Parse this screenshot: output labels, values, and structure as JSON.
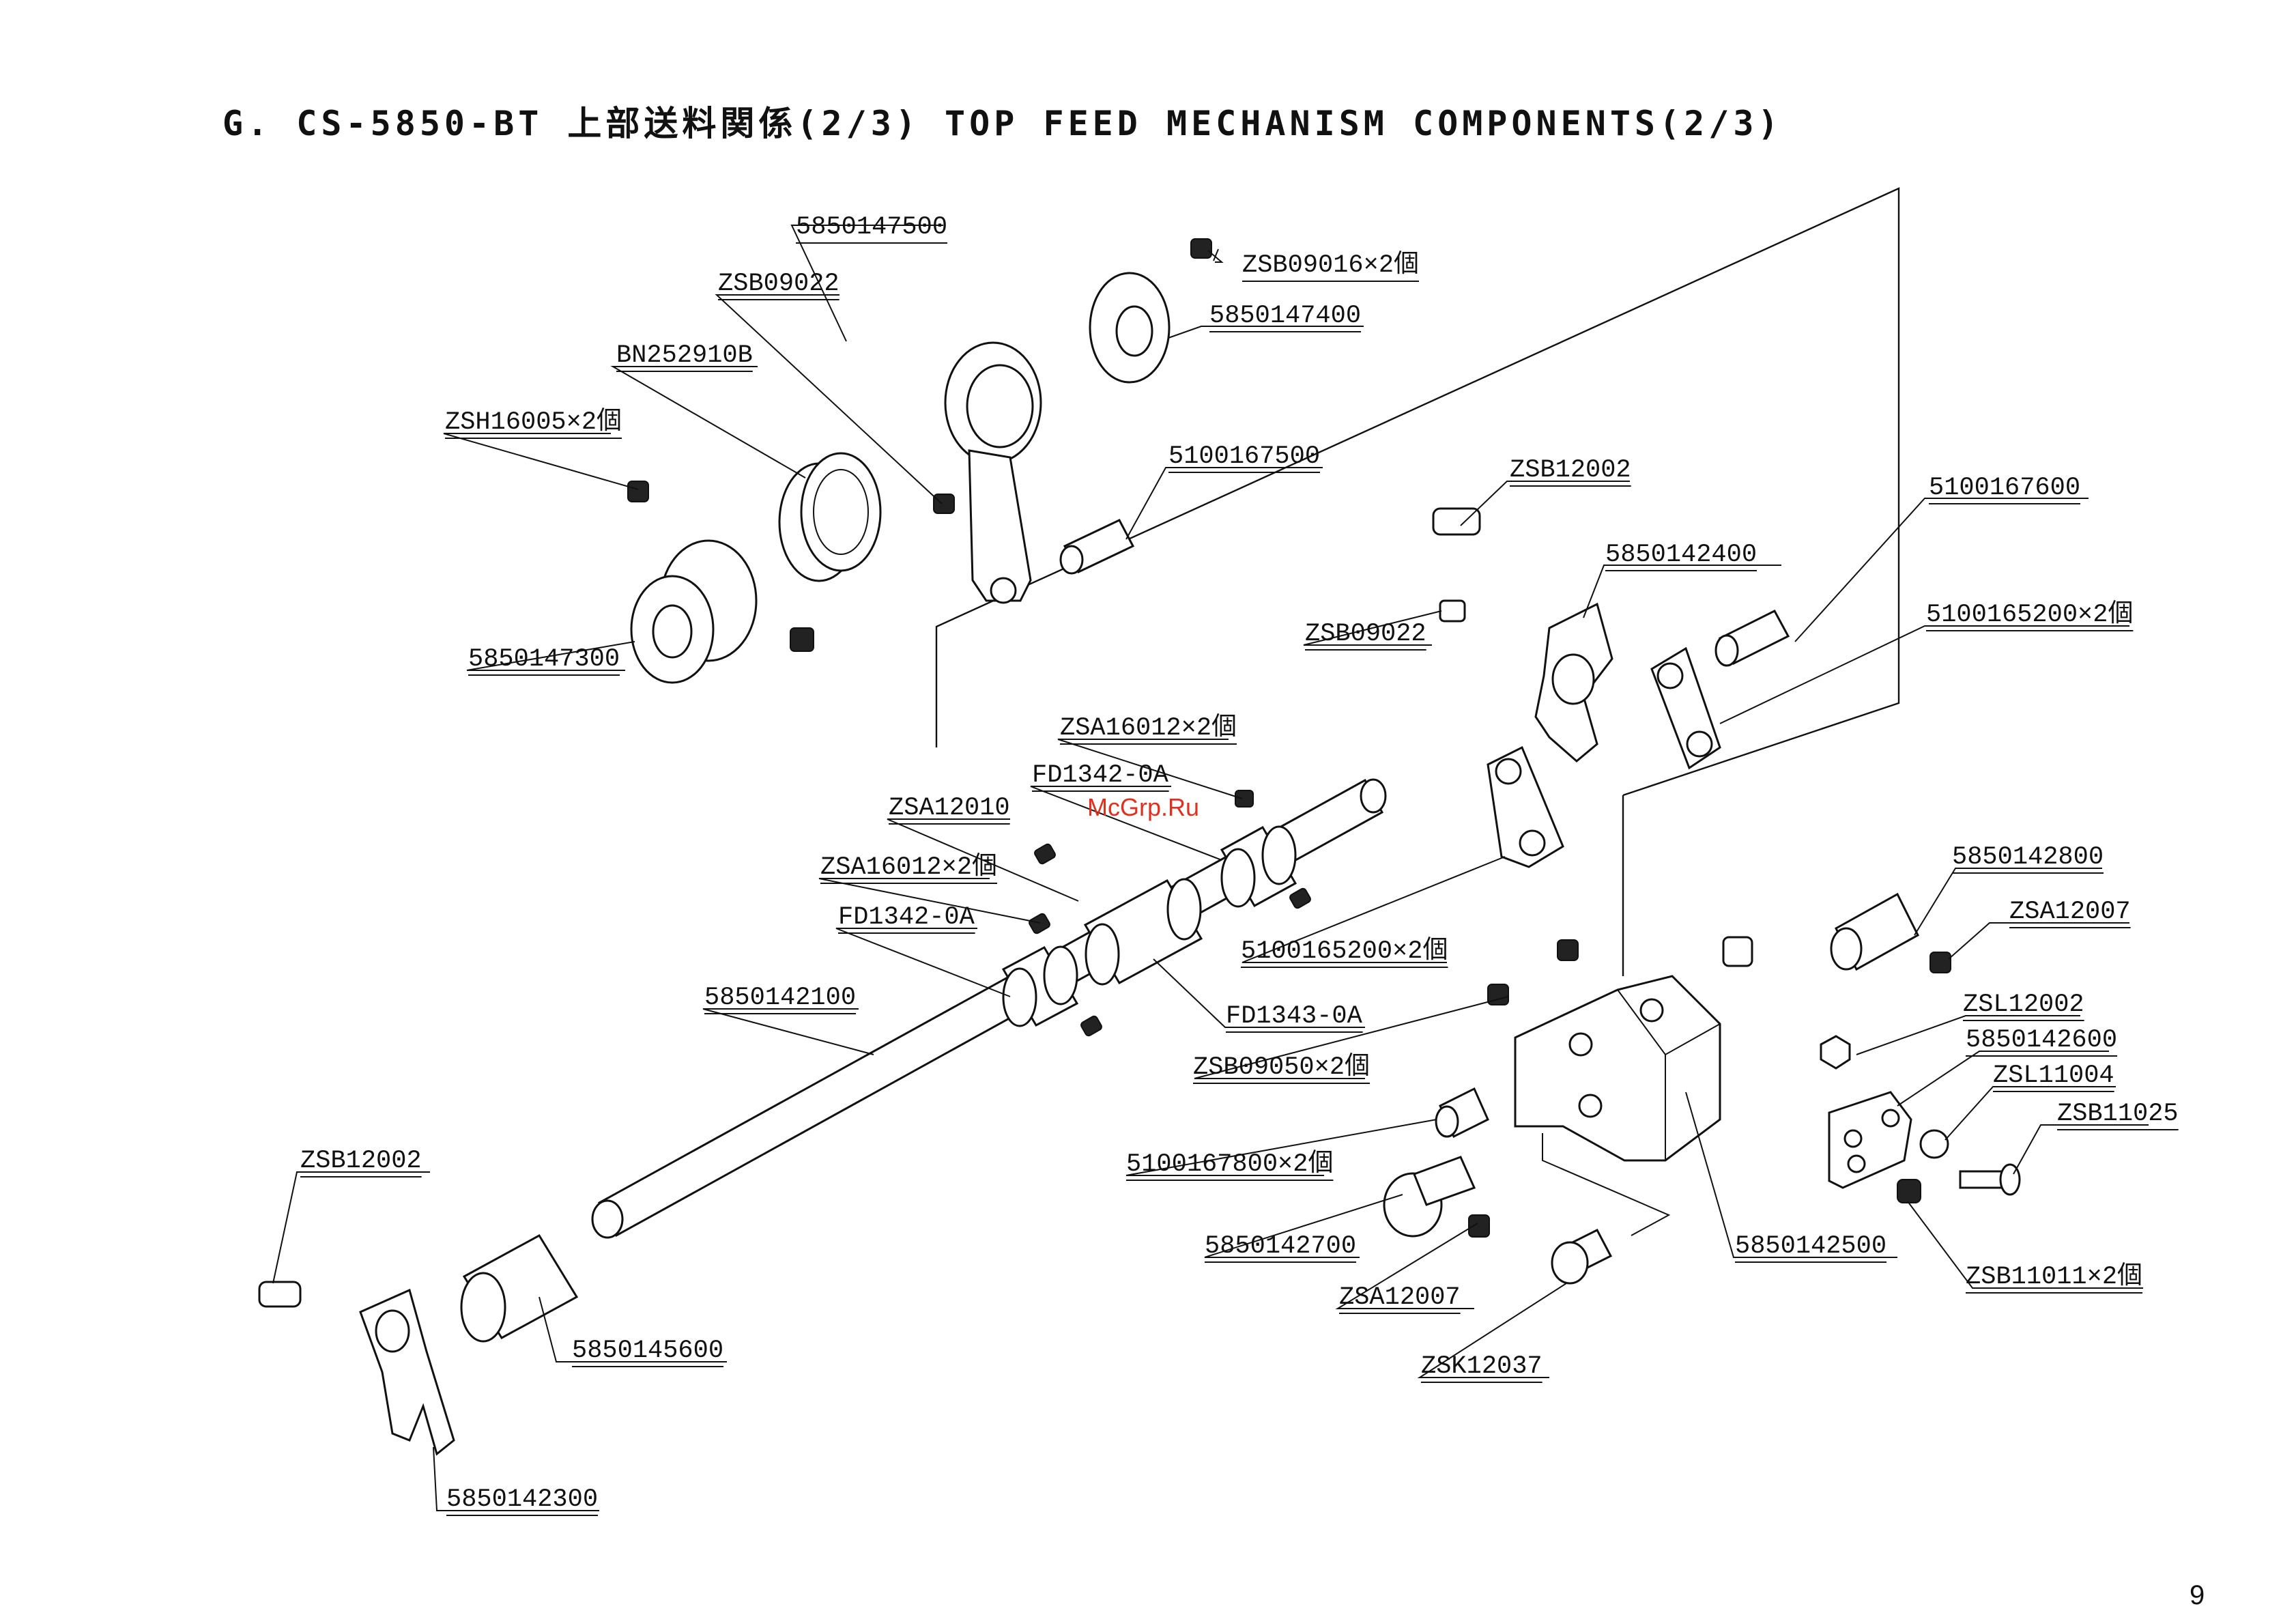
{
  "header": {
    "title": "G. CS-5850-BT   上部送料関係(2/3)   TOP FEED MECHANISM COMPONENTS(2/3)"
  },
  "watermark": "McGrp.Ru",
  "page_number": "9",
  "callouts": [
    {
      "id": "c1",
      "label": "5850147500"
    },
    {
      "id": "c2",
      "label": "ZSB09016×2個"
    },
    {
      "id": "c3",
      "label": "5850147400"
    },
    {
      "id": "c4",
      "label": "ZSB09022"
    },
    {
      "id": "c5",
      "label": "BN252910B"
    },
    {
      "id": "c6",
      "label": "ZSH16005×2個"
    },
    {
      "id": "c7",
      "label": "5100167500"
    },
    {
      "id": "c8",
      "label": "5850147300"
    },
    {
      "id": "c9",
      "label": "ZSB12002"
    },
    {
      "id": "c10",
      "label": "5850142400"
    },
    {
      "id": "c11",
      "label": "5100167600"
    },
    {
      "id": "c12",
      "label": "ZSB09022"
    },
    {
      "id": "c13",
      "label": "5100165200×2個"
    },
    {
      "id": "c14",
      "label": "ZSA16012×2個"
    },
    {
      "id": "c15",
      "label": "FD1342-0A"
    },
    {
      "id": "c16",
      "label": "ZSA12010"
    },
    {
      "id": "c17",
      "label": "ZSA16012×2個"
    },
    {
      "id": "c18",
      "label": "FD1342-0A"
    },
    {
      "id": "c19",
      "label": "5850142100"
    },
    {
      "id": "c20",
      "label": "5100165200×2個"
    },
    {
      "id": "c21",
      "label": "FD1343-0A"
    },
    {
      "id": "c22",
      "label": "5850142800"
    },
    {
      "id": "c23",
      "label": "ZSA12007"
    },
    {
      "id": "c24",
      "label": "ZSL12002"
    },
    {
      "id": "c25",
      "label": "5850142600"
    },
    {
      "id": "c26",
      "label": "ZSB09050×2個"
    },
    {
      "id": "c27",
      "label": "ZSL11004"
    },
    {
      "id": "c28",
      "label": "ZSB11025"
    },
    {
      "id": "c29",
      "label": "5100167800×2個"
    },
    {
      "id": "c30",
      "label": "ZSB12002"
    },
    {
      "id": "c31",
      "label": "5850142700"
    },
    {
      "id": "c32",
      "label": "5850142500"
    },
    {
      "id": "c33",
      "label": "ZSB11011×2個"
    },
    {
      "id": "c34",
      "label": "ZSA12007"
    },
    {
      "id": "c35",
      "label": "5850145600"
    },
    {
      "id": "c36",
      "label": "ZSK12037"
    },
    {
      "id": "c37",
      "label": "5850142300"
    }
  ]
}
